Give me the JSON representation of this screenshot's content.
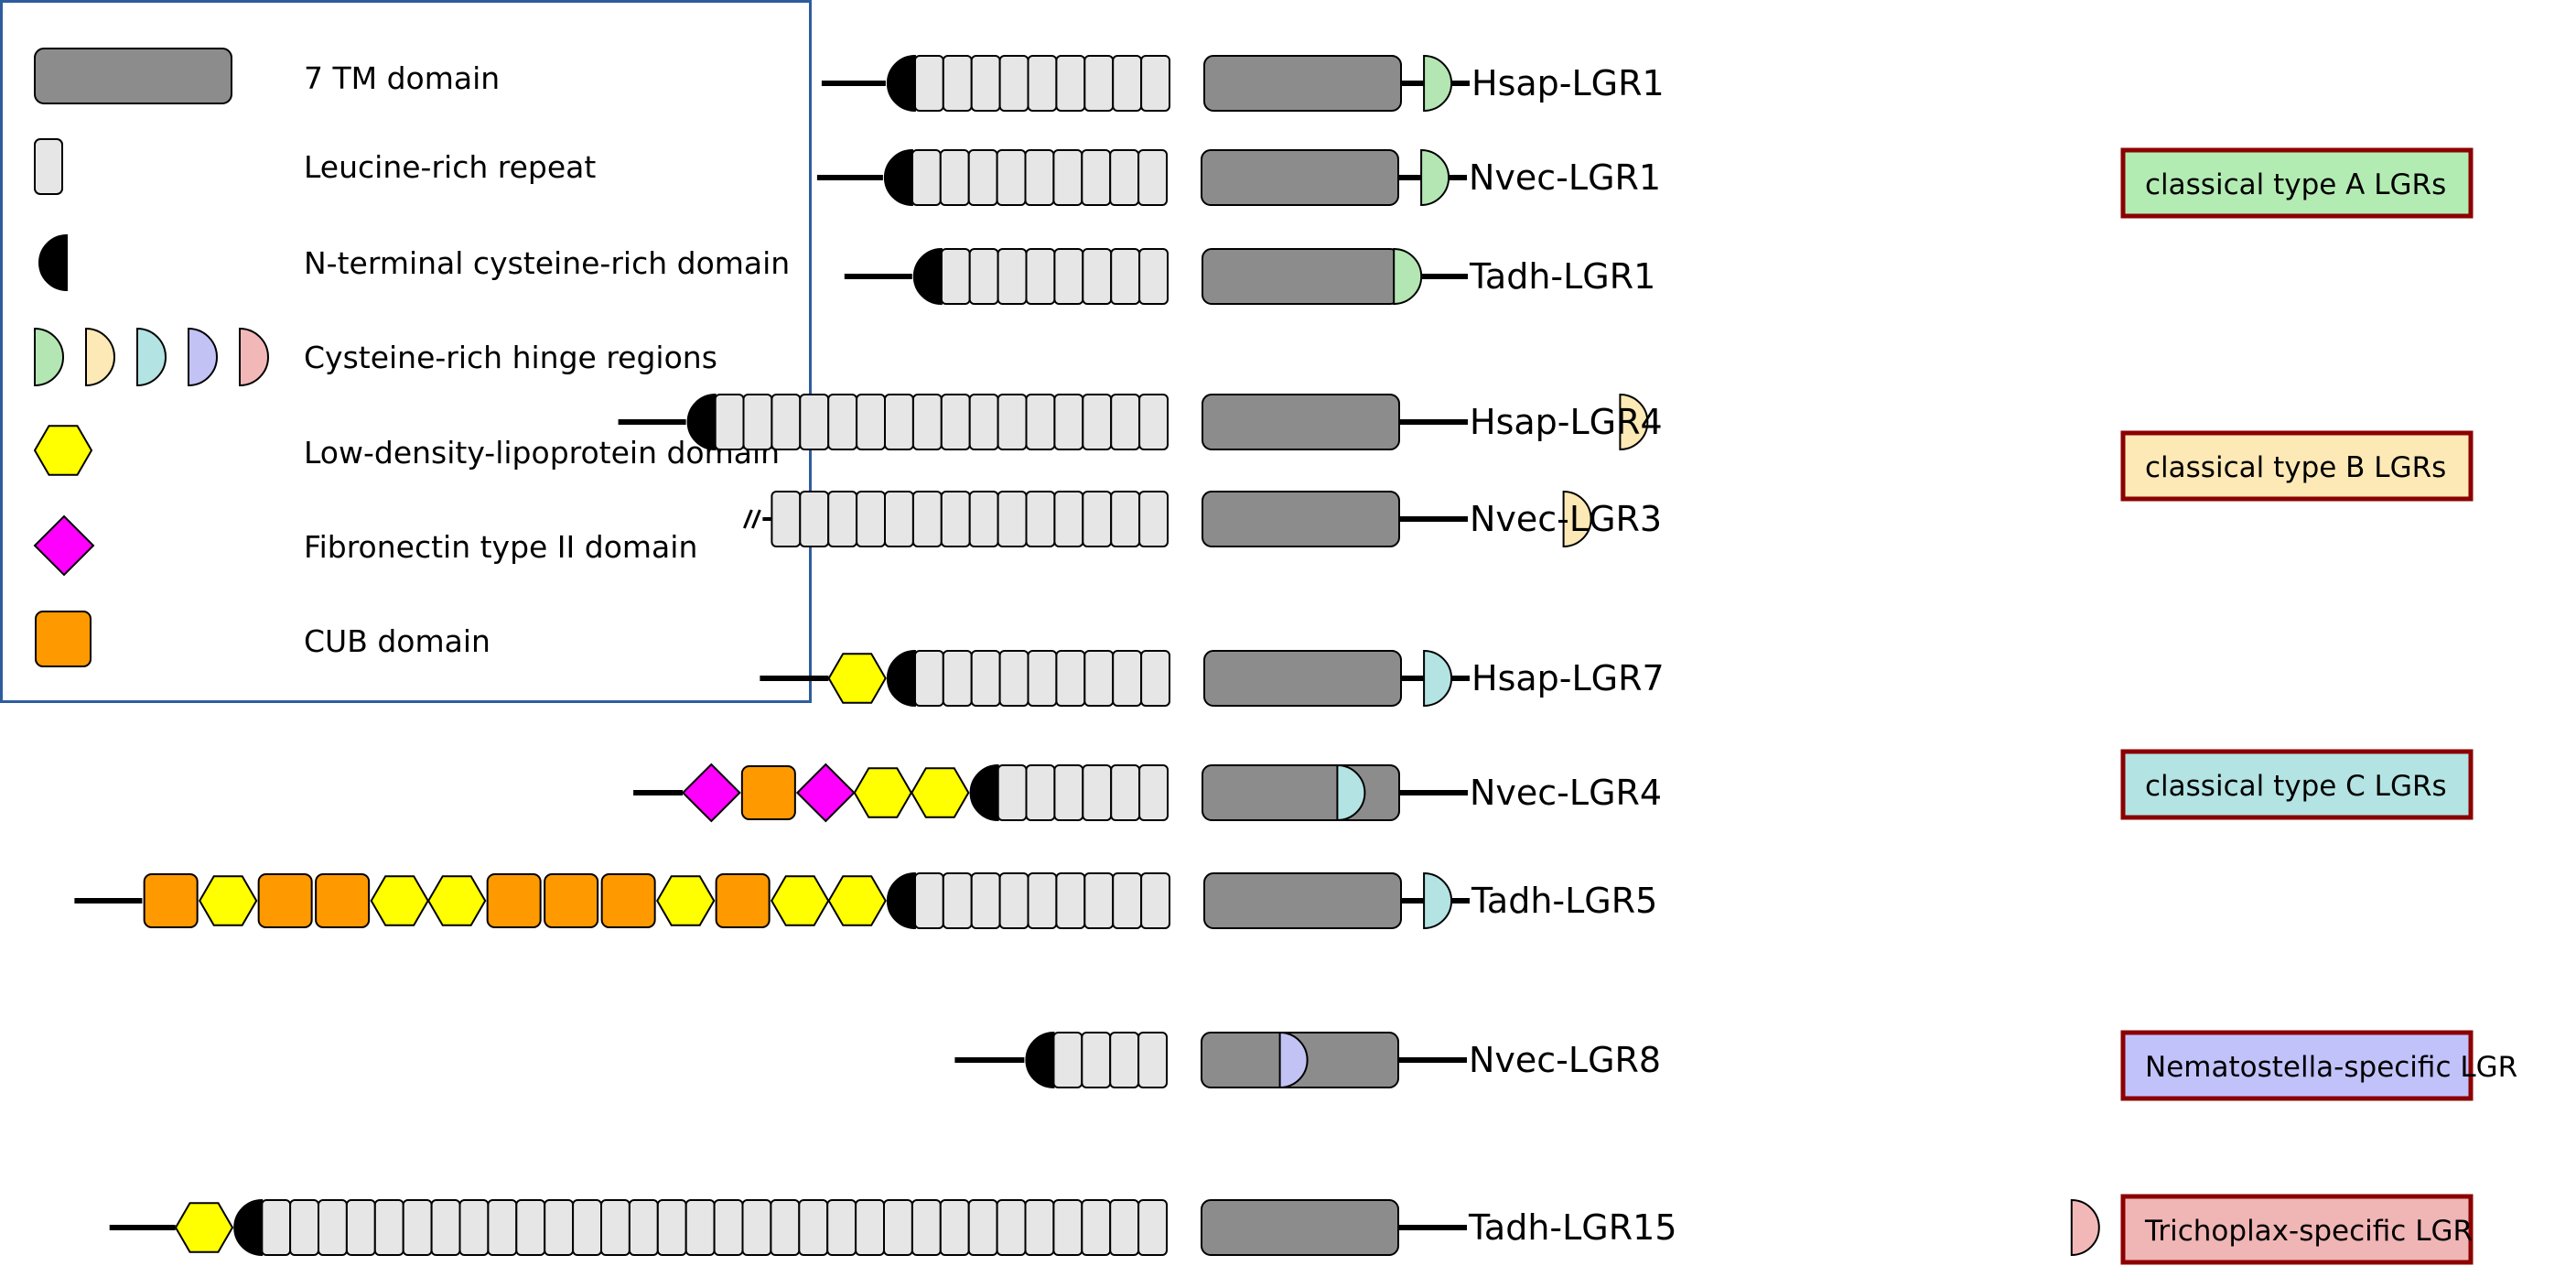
{
  "legend": {
    "items": [
      {
        "key": "tm",
        "label": "7 TM domain",
        "icon": "tm-domain-icon"
      },
      {
        "key": "lrr",
        "label": "Leucine-rich repeat",
        "icon": "lrr-icon"
      },
      {
        "key": "ncap",
        "label": "N-terminal cysteine-rich domain",
        "icon": "n-terminal-cap-icon"
      },
      {
        "key": "hinge",
        "label": "Cysteine-rich hinge regions",
        "icon": "hinge-region-icon"
      },
      {
        "key": "ldl",
        "label": "Low-density-lipoprotein domain",
        "icon": "ldl-hexagon-icon"
      },
      {
        "key": "fn",
        "label": "Fibronectin type II domain",
        "icon": "fibronectin-diamond-icon"
      },
      {
        "key": "cub",
        "label": "CUB domain",
        "icon": "cub-square-icon"
      }
    ]
  },
  "colors": {
    "tm": "#8c8c8c",
    "lrr": "#e6e6e6",
    "ncap": "#000000",
    "ldl": "#ffff00",
    "fn": "#ff00ff",
    "cub": "#ff9900",
    "legend_border": "#2e5d9e",
    "group_border": "#8b0000",
    "hinge": {
      "A": "#b3e6b3",
      "B": "#fde9b5",
      "C": "#b3e3e3",
      "N": "#c2c2f5",
      "T": "#f2b8b8"
    }
  },
  "proteins": [
    {
      "name": "Hsap-LGR1",
      "hinge": "A",
      "ncap": true,
      "lrr": 9,
      "ecd": []
    },
    {
      "name": "Nvec-LGR1",
      "hinge": "A",
      "ncap": true,
      "lrr": 9,
      "ecd": []
    },
    {
      "name": "Tadh-LGR1",
      "hinge": "A",
      "ncap": true,
      "lrr": 8,
      "ecd": []
    },
    {
      "name": "Hsap-LGR4",
      "hinge": "B",
      "ncap": true,
      "lrr": 16,
      "ecd": []
    },
    {
      "name": "Nvec-LGR3",
      "hinge": "B",
      "ncap": false,
      "lrr": 14,
      "truncated": true,
      "ecd": []
    },
    {
      "name": "Hsap-LGR7",
      "hinge": "C",
      "ncap": true,
      "lrr": 9,
      "ecd": [
        "ldl"
      ]
    },
    {
      "name": "Nvec-LGR4",
      "hinge": "C",
      "ncap": true,
      "lrr": 6,
      "ecd": [
        "fn",
        "cub",
        "fn",
        "ldl",
        "ldl"
      ]
    },
    {
      "name": "Tadh-LGR5",
      "hinge": "C",
      "ncap": true,
      "lrr": 9,
      "ecd": [
        "cub",
        "ldl",
        "cub",
        "cub",
        "ldl",
        "ldl",
        "cub",
        "cub",
        "cub",
        "ldl",
        "cub",
        "ldl",
        "ldl"
      ]
    },
    {
      "name": "Nvec-LGR8",
      "hinge": "N",
      "ncap": true,
      "lrr": 4,
      "ecd": []
    },
    {
      "name": "Tadh-LGR15",
      "hinge": "T",
      "ncap": true,
      "lrr": 32,
      "ecd": [
        "ldl"
      ]
    }
  ],
  "groups": [
    {
      "label": "classical type A LGRs",
      "color": "#b3ecb3"
    },
    {
      "label": "classical type B LGRs",
      "color": "#fde9b5"
    },
    {
      "label": "classical type C LGRs",
      "color": "#b3e3e3"
    },
    {
      "label": "Nematostella-specific LGR",
      "color": "#c2c2fb"
    },
    {
      "label": "Trichoplax-specific LGR",
      "color": "#f0b5b5"
    }
  ]
}
